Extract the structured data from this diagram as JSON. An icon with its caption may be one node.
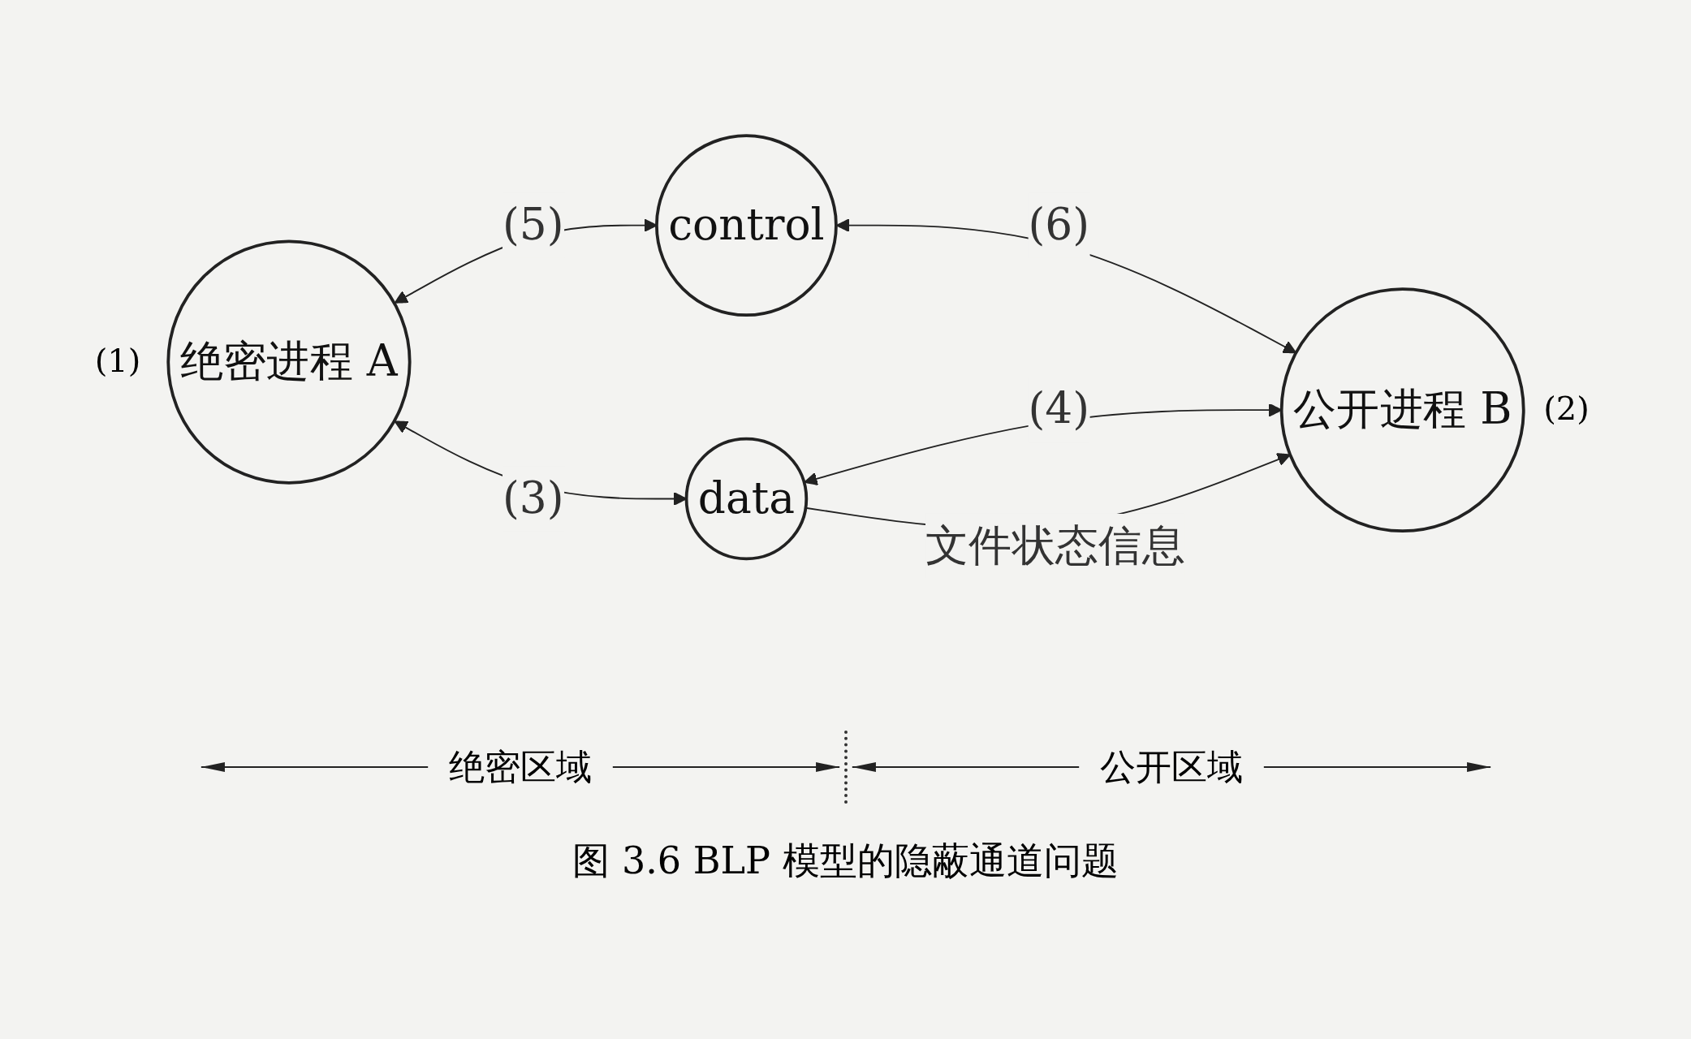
{
  "diagram": {
    "caption": "图 3.6 BLP 模型的隐蔽通道问题",
    "nodes": [
      {
        "text": [
          "control"
        ]
      },
      {
        "text": [
          "绝密进程 A"
        ],
        "beside": [
          "(1)"
        ]
      },
      {
        "text": [
          "公开进程 B"
        ],
        "beside": [
          "(2)"
        ]
      },
      {
        "text": [
          "data"
        ]
      }
    ],
    "edges": [
      {
        "from": 1,
        "to": 0,
        "arrow": "both",
        "label": "(5)"
      },
      {
        "from": 0,
        "to": 2,
        "arrow": "both",
        "label": "(6)"
      },
      {
        "from": 1,
        "to": 3,
        "arrow": "both",
        "label": "(3)"
      },
      {
        "from": 3,
        "to": 2,
        "arrow": "both",
        "label": "(4)"
      },
      {
        "from": 3,
        "to": 2,
        "arrow": "to",
        "label": "文件状态信息"
      }
    ],
    "labels": [
      "绝密区域",
      "公开区域"
    ]
  }
}
